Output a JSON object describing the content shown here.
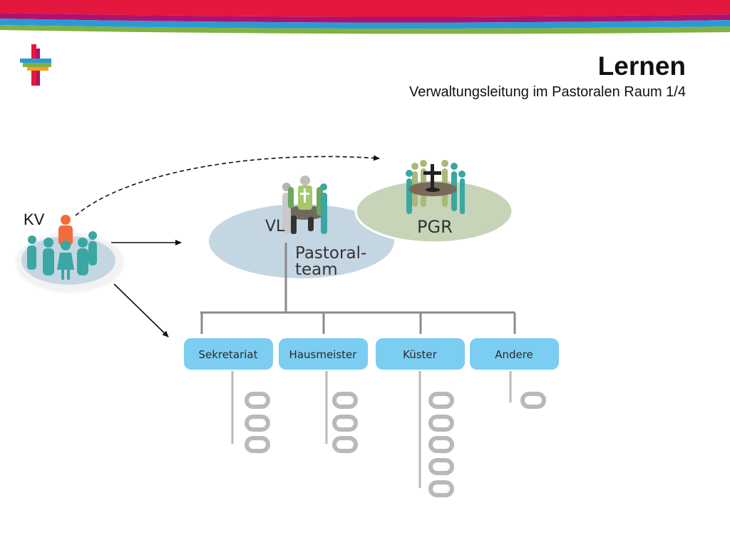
{
  "header": {
    "title": "Lernen",
    "subtitle": "Verwaltungsleitung im Pastoralen Raum 1/4"
  },
  "diagram": {
    "kv_label": "KV",
    "vl_label": "VL",
    "pgr_label": "PGR",
    "pastoral_line1": "Pastoral-",
    "pastoral_line2": "team",
    "departments": [
      {
        "label": "Sekretariat",
        "staff_count": 3
      },
      {
        "label": "Hausmeister",
        "staff_count": 3
      },
      {
        "label": "Küster",
        "staff_count": 5
      },
      {
        "label": "Andere",
        "staff_count": 1
      }
    ]
  },
  "colors": {
    "stripe_red": "#e4173e",
    "stripe_magenta": "#b1116e",
    "stripe_blue": "#2a9ad6",
    "stripe_green": "#7fb241",
    "pastoral_ellipse": "#c5d6e3",
    "pgr_ellipse": "#c8d4b8",
    "department_box": "#7ccdf2",
    "person_teal": "#3aa7a3",
    "person_orange": "#f26b3a"
  }
}
